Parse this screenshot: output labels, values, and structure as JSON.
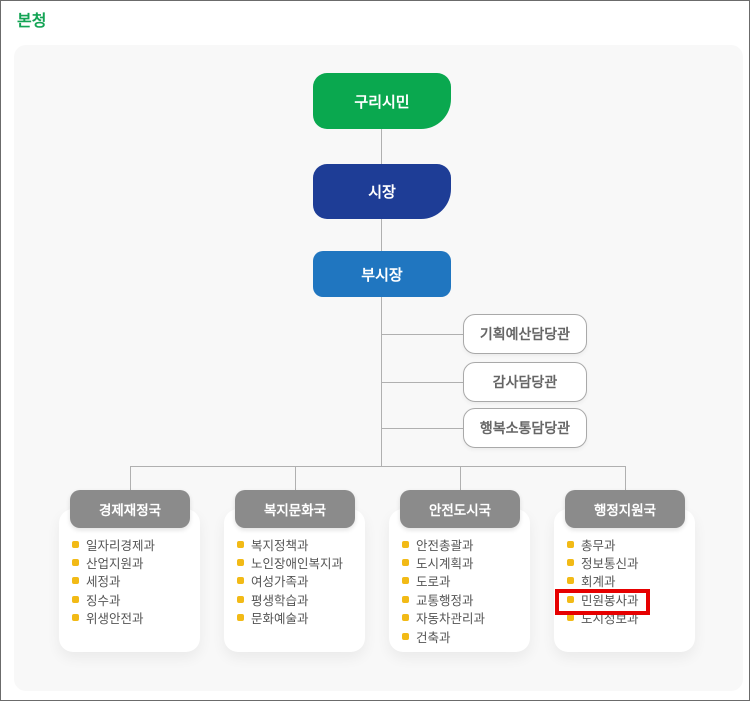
{
  "page": {
    "title": "본청"
  },
  "org": {
    "root": "구리시민",
    "mayor": "시장",
    "vice_mayor": "부시장",
    "staff_offices": [
      "기획예산담당관",
      "감사담당관",
      "행복소통담당관"
    ],
    "bureaus": [
      {
        "name": "경제재정국",
        "departments": [
          "일자리경제과",
          "산업지원과",
          "세정과",
          "징수과",
          "위생안전과"
        ]
      },
      {
        "name": "복지문화국",
        "departments": [
          "복지정책과",
          "노인장애인복지과",
          "여성가족과",
          "평생학습과",
          "문화예술과"
        ]
      },
      {
        "name": "안전도시국",
        "departments": [
          "안전총괄과",
          "도시계획과",
          "도로과",
          "교통행정과",
          "자동차관리과",
          "건축과"
        ]
      },
      {
        "name": "행정지원국",
        "departments": [
          "총무과",
          "정보통신과",
          "회계과",
          "민원봉사과",
          "도시정보과"
        ]
      }
    ]
  },
  "annotation": {
    "highlighted_department": "민원봉사과"
  },
  "colors": {
    "green": "#0aa84f",
    "navy": "#1e3d96",
    "blue": "#2076c0",
    "gray_header": "#8b8b8b",
    "bullet": "#f2ba16",
    "line": "#b0b0b0",
    "panel_bg": "#f8f8f8",
    "title_green": "#14a455",
    "annotation": "#e60000"
  }
}
